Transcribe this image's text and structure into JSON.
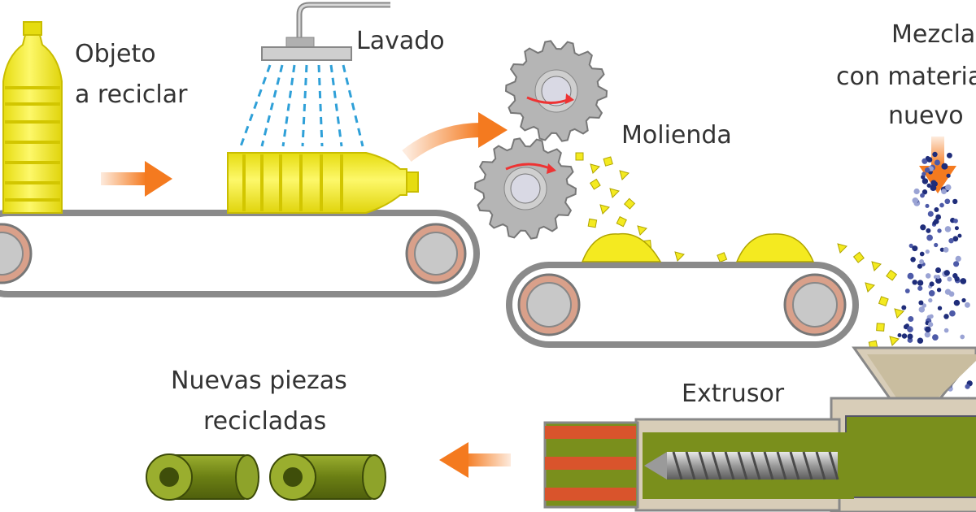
{
  "labels": {
    "objeto_line1": "Objeto",
    "objeto_line2": "a reciclar",
    "lavado": "Lavado",
    "molienda": "Molienda",
    "mezcla_line1": "Mezcla",
    "mezcla_line2": "con material",
    "mezcla_line3": "nuevo",
    "extrusor": "Extrusor",
    "nuevas_line1": "Nuevas piezas",
    "nuevas_line2": "recicladas"
  },
  "colors": {
    "bottle_yellow": "#f7f03a",
    "belt_gray": "#8a8a8a",
    "roller_pink": "#d9a08a",
    "arrow_orange": "#f47a1f",
    "gear_gray": "#b5b5b5",
    "extruder_green": "#7a8f1c",
    "extruder_beige": "#d8cdb8",
    "pellet_blue": "#2a3a8a",
    "nozzle_red": "#d9542c"
  },
  "icons": [
    "bottle-icon",
    "shower-icon",
    "gear-icon",
    "screw-icon",
    "tube-icon"
  ]
}
